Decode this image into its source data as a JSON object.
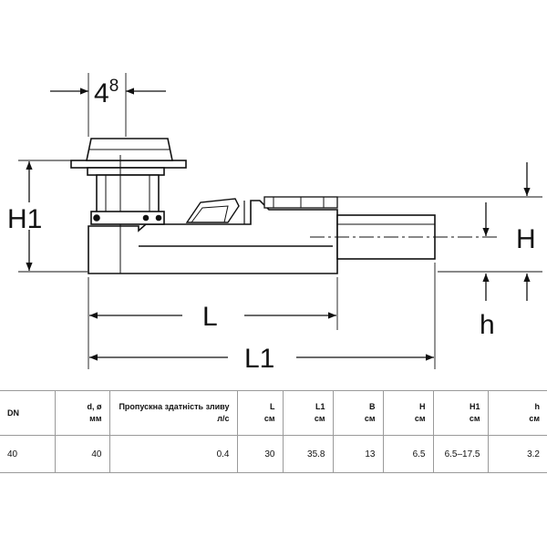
{
  "dimensions": {
    "top_width": "4",
    "top_width_sup": "8",
    "h1": "H1",
    "h": "H",
    "h_small": "h",
    "l": "L",
    "l1": "L1"
  },
  "table": {
    "headers": [
      {
        "line1": "DN",
        "line2": ""
      },
      {
        "line1": "d, ø",
        "line2": "мм"
      },
      {
        "line1": "Пропускна здатність зливу",
        "line2": "л/с"
      },
      {
        "line1": "L",
        "line2": "см"
      },
      {
        "line1": "L1",
        "line2": "см"
      },
      {
        "line1": "B",
        "line2": "см"
      },
      {
        "line1": "H",
        "line2": "см"
      },
      {
        "line1": "H1",
        "line2": "см"
      },
      {
        "line1": "h",
        "line2": "см"
      }
    ],
    "row": [
      "40",
      "40",
      "0.4",
      "30",
      "35.8",
      "13",
      "6.5",
      "6.5–17.5",
      "3.2"
    ]
  },
  "colors": {
    "line": "#111111",
    "grid": "#9a9a9a"
  }
}
